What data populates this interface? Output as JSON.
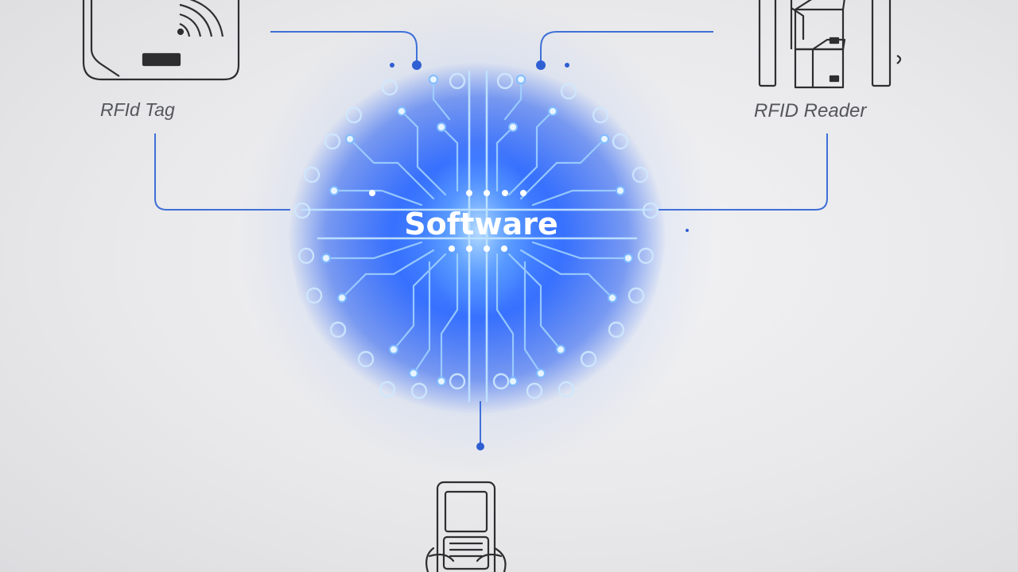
{
  "nodes": {
    "tag_label": "RFId Tag",
    "reader_label": "RFID Reader",
    "software_label": "Software"
  },
  "colors": {
    "connector": "#3f6fd6",
    "glow": "#2f6bff",
    "outline": "#2e2e31",
    "label": "#55565a",
    "background": "#ececee"
  },
  "icons": [
    "rfid-tag-icon",
    "rfid-reader-icon",
    "software-chip-icon",
    "handheld-scanner-icon"
  ]
}
